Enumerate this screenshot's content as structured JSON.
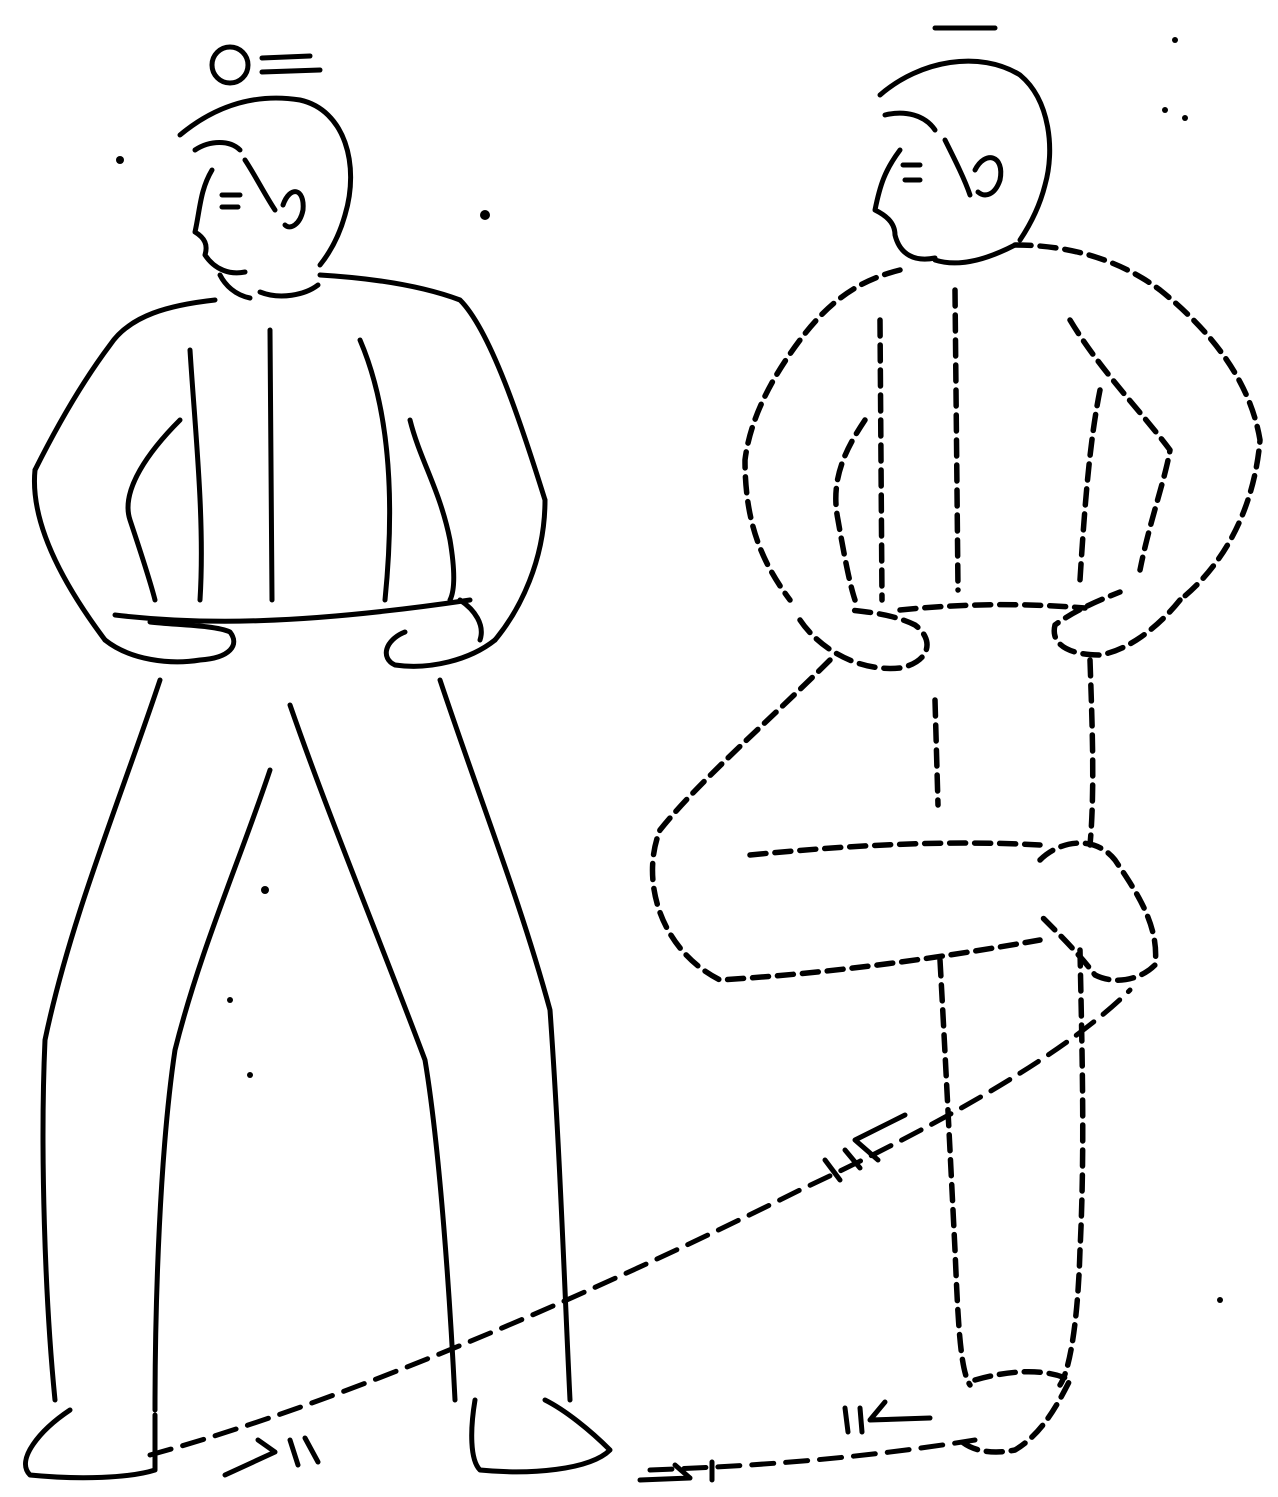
{
  "figure": {
    "description_labels": [],
    "panels": [
      {
        "id": "start-pose",
        "line_style": "solid"
      },
      {
        "id": "end-pose",
        "line_style": "dashed"
      }
    ],
    "movement": {
      "path_style": "dashed",
      "direction_markers": [
        "arrow",
        "arrow",
        "arrow",
        "arrow"
      ]
    },
    "colors": {
      "ink": "#000000",
      "background": "#ffffff"
    }
  }
}
